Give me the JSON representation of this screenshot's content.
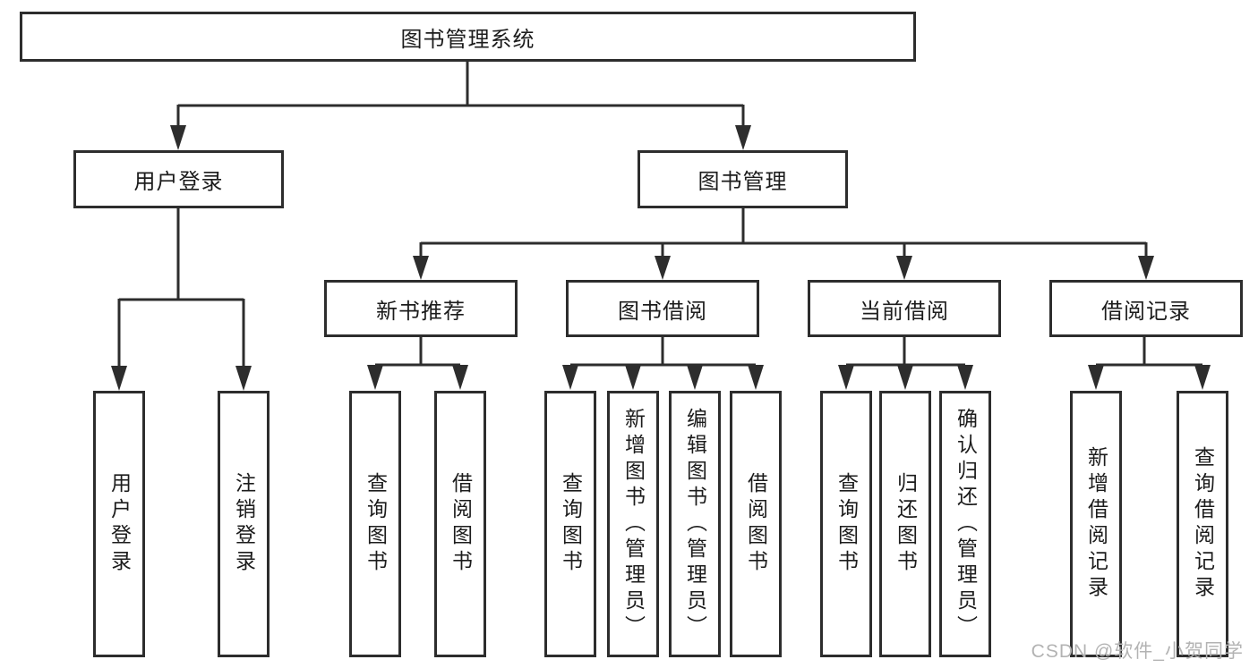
{
  "diagram": {
    "root": "图书管理系统",
    "level2": {
      "user_login": "用户登录",
      "book_mgmt": "图书管理"
    },
    "level3": {
      "new_books": "新书推荐",
      "book_borrow": "图书借阅",
      "current_borrow": "当前借阅",
      "borrow_records": "借阅记录"
    },
    "leaves": {
      "user_login": [
        "用户登录",
        "注销登录"
      ],
      "new_books": [
        "查询图书",
        "借阅图书"
      ],
      "book_borrow": [
        "查询图书",
        "新增图书（管理员）",
        "编辑图书（管理员）",
        "借阅图书"
      ],
      "current_borrow": [
        "查询图书",
        "归还图书",
        "确认归还（管理员）"
      ],
      "borrow_records": [
        "新增借阅记录",
        "查询借阅记录"
      ]
    }
  },
  "watermark": "CSDN @软件_小贺同学",
  "colors": {
    "line": "#2d2d2d",
    "text": "#1c1c1c",
    "watermark": "#b3b3b3",
    "background": "#ffffff"
  }
}
